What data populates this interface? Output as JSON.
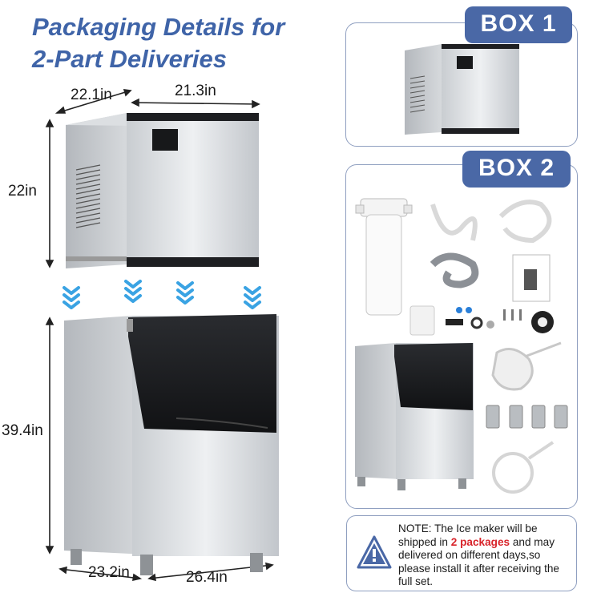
{
  "title": {
    "line1": "Packaging Details for",
    "line2": "2-Part Deliveries"
  },
  "dimensions": {
    "top_depth": "22.1in",
    "top_width": "21.3in",
    "top_height": "22in",
    "bin_height": "39.4in",
    "bin_depth": "23.2in",
    "bin_width": "26.4in"
  },
  "boxes": {
    "box1_label": "BOX 1",
    "box2_label": "BOX 2"
  },
  "note": {
    "part1": "NOTE: The Ice maker will be shipped in ",
    "highlight": "2 packages",
    "part2": " and may delivered on different days,so please install it after receiving the full set."
  },
  "colors": {
    "title_blue": "#3f64a8",
    "badge_blue": "#4a68a6",
    "arrow_blue": "#3aa3e3",
    "highlight_red": "#d8232a"
  },
  "icons": [
    "warning-icon",
    "down-arrow-icon"
  ]
}
